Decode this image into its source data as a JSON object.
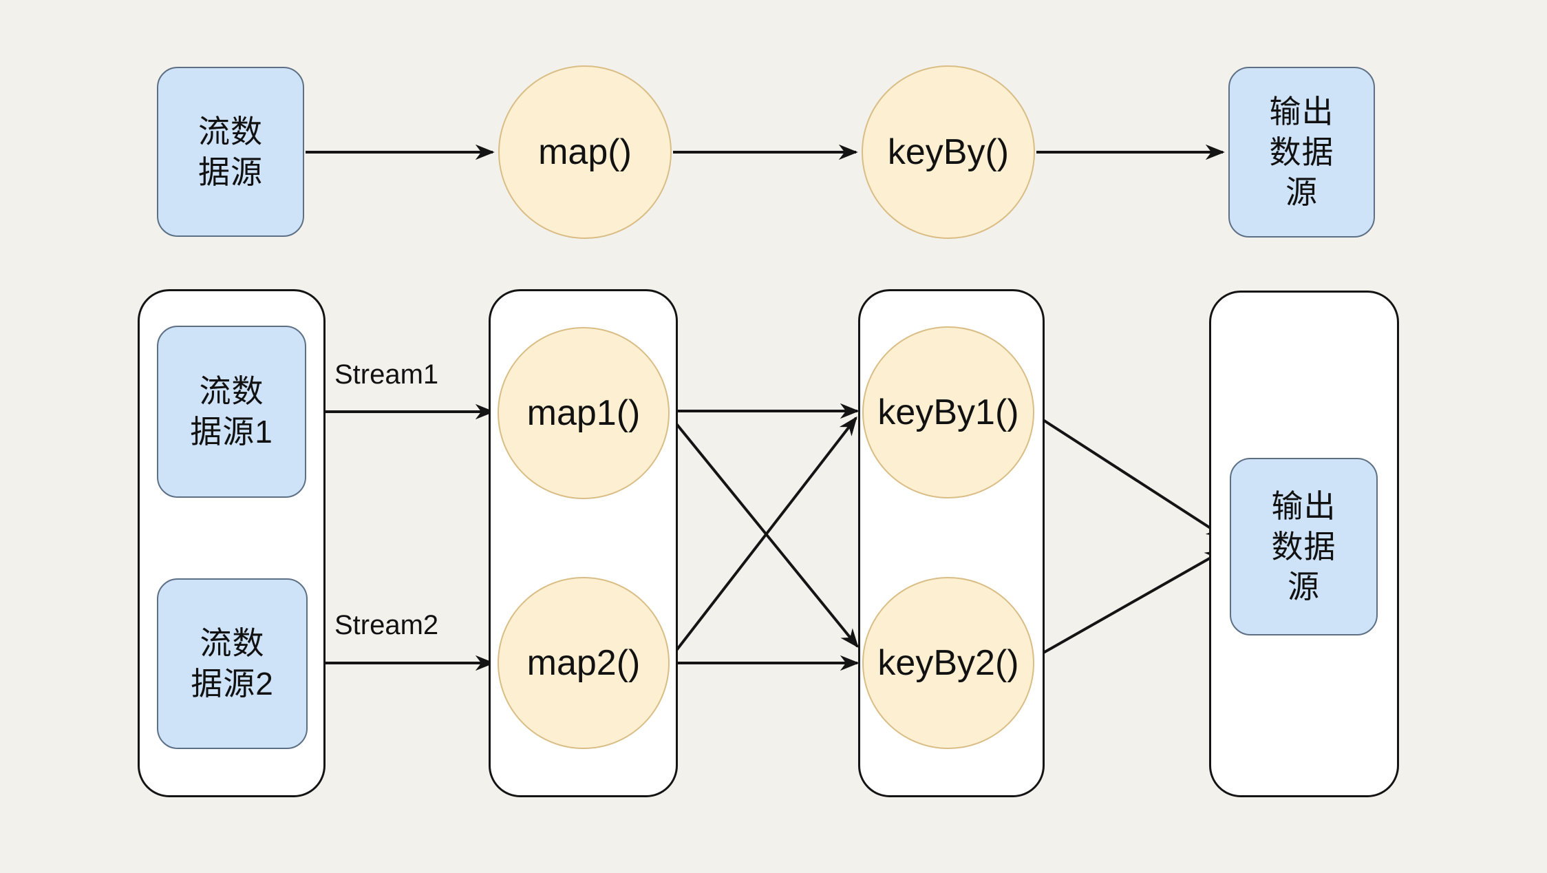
{
  "colors": {
    "background": "#f3f1ec",
    "container_fill": "#ffffff",
    "container_border": "#141414",
    "source_sink_fill": "#cfe3f8",
    "source_sink_border": "#5d6f85",
    "operator_fill": "#fcefd2",
    "operator_border": "#d9bd85",
    "arrow": "#141414",
    "text": "#111111"
  },
  "top_flow": {
    "source": "流数\n据源",
    "map": "map()",
    "keyby": "keyBy()",
    "sink": "输出\n数据\n源"
  },
  "bottom_flow": {
    "source1": "流数\n据源1",
    "source2": "流数\n据源2",
    "stream1": "Stream1",
    "stream2": "Stream2",
    "map1": "map1()",
    "map2": "map2()",
    "keyby1": "keyBy1()",
    "keyby2": "keyBy2()",
    "sink": "输出\n数据\n源"
  },
  "edges": [
    {
      "from": "stream-source",
      "to": "map"
    },
    {
      "from": "map",
      "to": "keyby"
    },
    {
      "from": "keyby",
      "to": "output-sink"
    },
    {
      "from": "stream-source-1",
      "to": "map1"
    },
    {
      "from": "stream-source-2",
      "to": "map2"
    },
    {
      "from": "map1",
      "to": "keyby1"
    },
    {
      "from": "map1",
      "to": "keyby2"
    },
    {
      "from": "map2",
      "to": "keyby1"
    },
    {
      "from": "map2",
      "to": "keyby2"
    },
    {
      "from": "keyby1",
      "to": "output-sink-2"
    },
    {
      "from": "keyby2",
      "to": "output-sink-2"
    }
  ]
}
